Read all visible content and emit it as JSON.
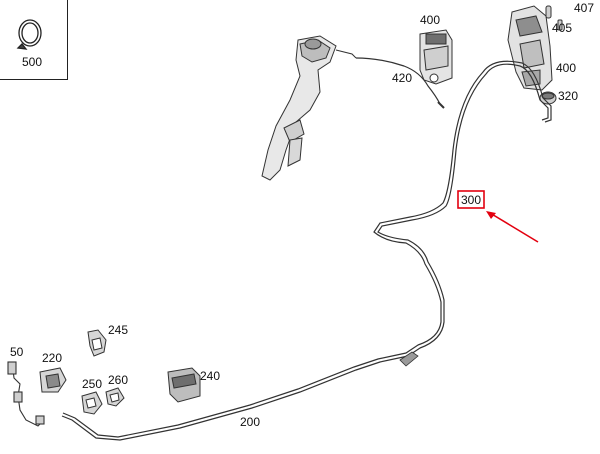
{
  "callouts": {
    "c500_inset": "500",
    "c400_top": "400",
    "c420": "420",
    "c407": "407",
    "c405": "405",
    "c400_right": "400",
    "c320": "320",
    "c300": "300",
    "c245": "245",
    "c50": "50",
    "c220": "220",
    "c250": "250",
    "c260": "260",
    "c240": "240",
    "c200": "200"
  },
  "highlight": {
    "label": "300",
    "color": "#e3000f"
  },
  "icons": [
    "hose-clamp-icon",
    "fuel-filler-neck-icon",
    "activated-charcoal-canister-icon",
    "purge-valve-icon",
    "fuel-line-icon",
    "line-clip-icon",
    "connector-icon"
  ]
}
